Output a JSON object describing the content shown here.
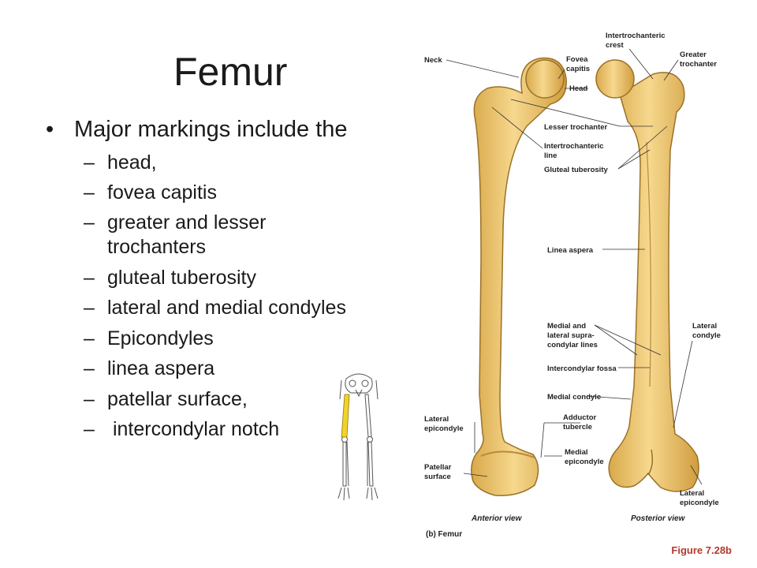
{
  "title": "Femur",
  "bullets": {
    "intro": "Major markings include the",
    "items": [
      "head,",
      "fovea capitis",
      "greater and lesser",
      "trochanters",
      "gluteal tuberosity",
      "lateral and medial condyles",
      "Epicondyles",
      "linea aspera",
      "patellar surface,",
      " intercondylar notch"
    ]
  },
  "figure": {
    "labels": {
      "neck": "Neck",
      "fovea_1": "Fovea",
      "fovea_2": "capitis",
      "head": "Head",
      "intertroch_crest_1": "Intertrochanteric",
      "intertroch_crest_2": "crest",
      "greater_troch_1": "Greater",
      "greater_troch_2": "trochanter",
      "lesser_troch": "Lesser trochanter",
      "intertroch_line_1": "Intertrochanteric",
      "intertroch_line_2": "line",
      "gluteal_tub": "Gluteal tuberosity",
      "linea_aspera": "Linea aspera",
      "supra_1": "Medial and",
      "supra_2": "lateral supra-",
      "supra_3": "condylar lines",
      "lat_condyle_1": "Lateral",
      "lat_condyle_2": "condyle",
      "intercondylar_fossa": "Intercondylar fossa",
      "medial_condyle": "Medial condyle",
      "adductor_1": "Adductor",
      "adductor_2": "tubercle",
      "lat_epi_left_1": "Lateral",
      "lat_epi_left_2": "epicondyle",
      "medial_epi_1": "Medial",
      "medial_epi_2": "epicondyle",
      "patellar_1": "Patellar",
      "patellar_2": "surface",
      "lat_epi_right_1": "Lateral",
      "lat_epi_right_2": "epicondyle",
      "anterior_view": "Anterior view",
      "posterior_view": "Posterior view",
      "panel": "(b) Femur"
    },
    "caption": "Figure 7.28b"
  },
  "colors": {
    "bone_fill": "#efc56a",
    "bone_stroke": "#9a7128",
    "caption": "#b03a2e",
    "highlight_femur": "#f2d22a"
  }
}
